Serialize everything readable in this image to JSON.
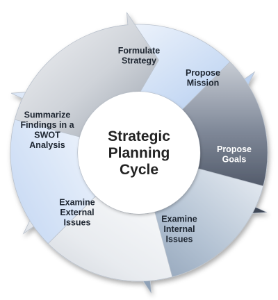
{
  "diagram": {
    "center": {
      "lines": [
        "Strategic",
        "Planning",
        "Cycle"
      ]
    },
    "steps": [
      {
        "lines": [
          "Formulate",
          "Strategy"
        ]
      },
      {
        "lines": [
          "Propose",
          "Mission"
        ]
      },
      {
        "lines": [
          "Propose",
          "Goals"
        ]
      },
      {
        "lines": [
          "Examine",
          "Internal",
          "Issues"
        ]
      },
      {
        "lines": [
          "Examine",
          "External",
          "Issues"
        ]
      },
      {
        "lines": [
          "Summarize",
          "Findings in a",
          "SWOT",
          "Analysis"
        ]
      }
    ]
  }
}
